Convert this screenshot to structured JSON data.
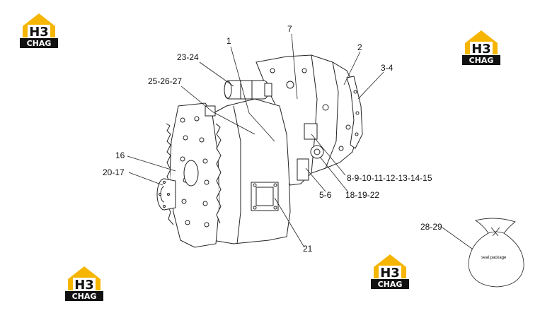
{
  "logo": {
    "line1": "H3",
    "line2": "CHAG"
  },
  "callouts": {
    "c1": "1",
    "c2": "2",
    "c3_4": "3-4",
    "c5_6": "5-6",
    "c7": "7",
    "c8_15": "8-9-10-11-12-13-14-15",
    "c16": "16",
    "c18_22": "18-19-22",
    "c20_17": "20-17",
    "c21": "21",
    "c23_24": "23-24",
    "c25_27": "25-26-27",
    "c28_29": "28-29"
  },
  "seal_package_label": "seal package",
  "colors": {
    "logo_yellow": "#f5b500",
    "logo_black": "#111111",
    "line": "#222222"
  }
}
